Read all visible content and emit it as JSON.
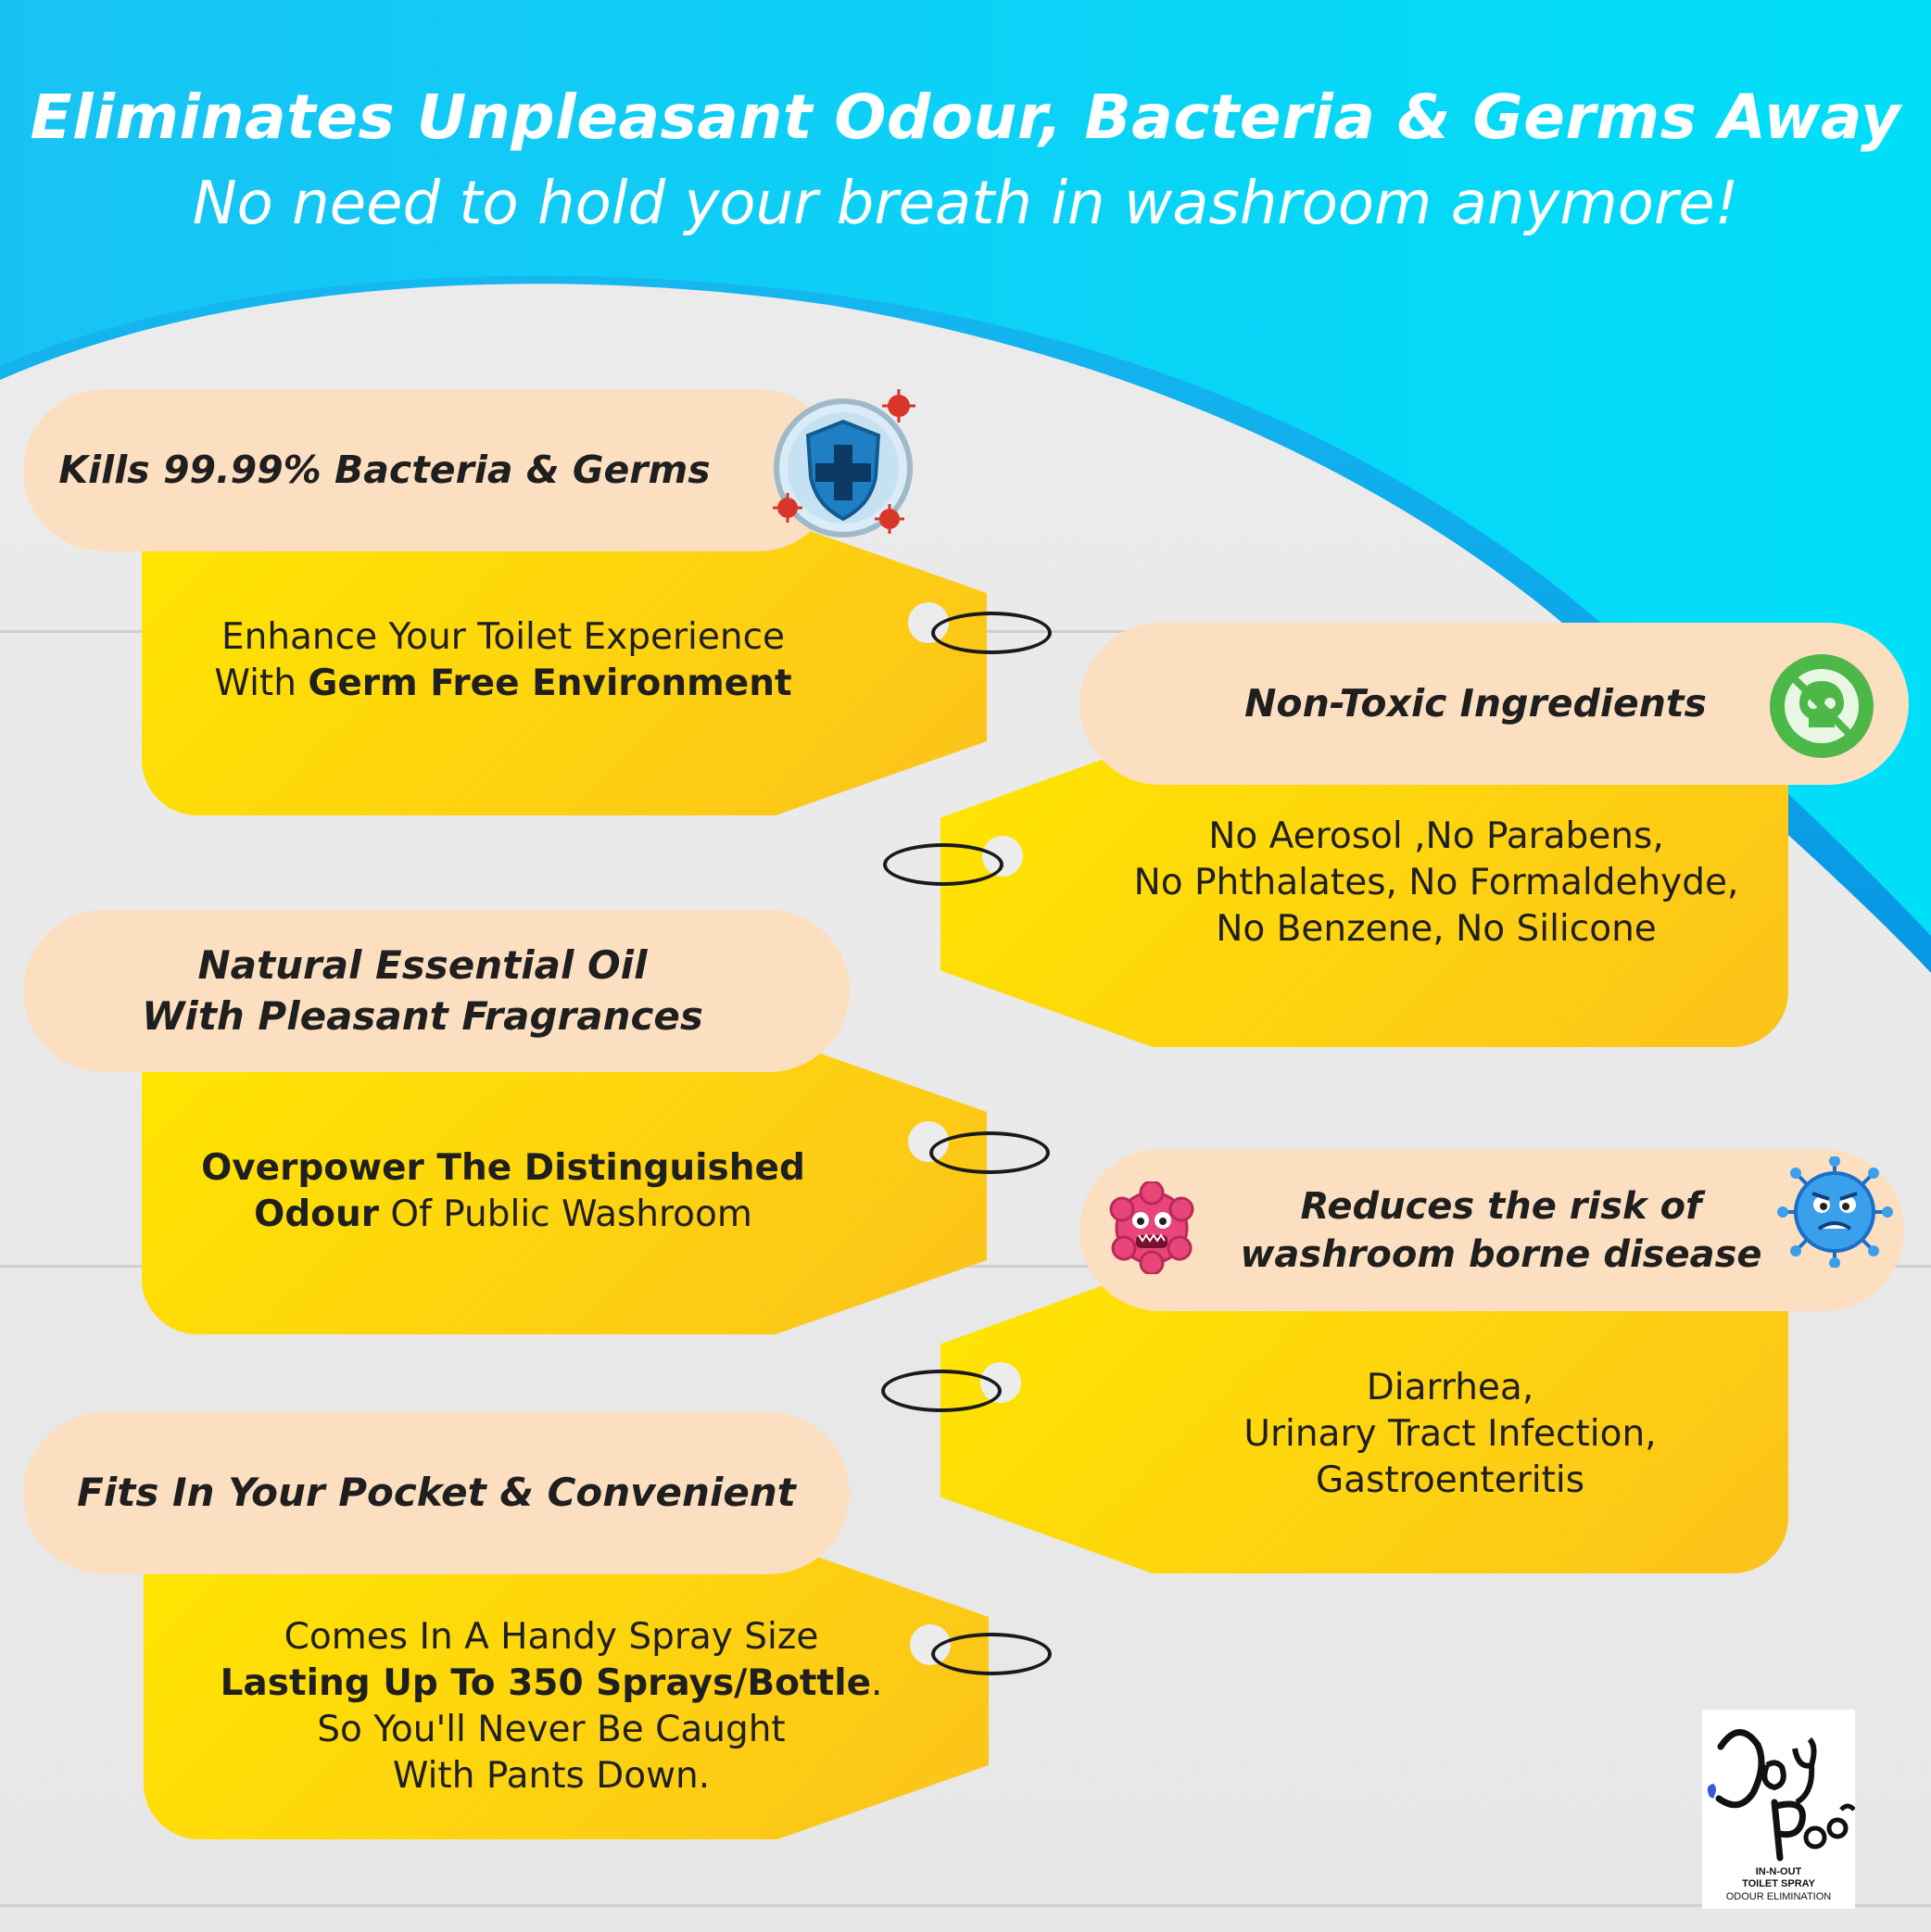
{
  "header": {
    "title": "Eliminates Unpleasant Odour, Bacteria & Germs Away",
    "subtitle": "No need to hold your breath in washroom anymore!"
  },
  "features": [
    {
      "heading": "Kills 99.99% Bacteria & Germs",
      "desc_line1": "Enhance Your Toilet Experience",
      "desc_line2_pre": "With ",
      "desc_line2_bold": "Germ Free Environment",
      "icon": "shield-with-bacteria-icon"
    },
    {
      "heading": "Non-Toxic Ingredients",
      "desc_line1": "No Aerosol ,No Parabens,",
      "desc_line2": "No Phthalates, No Formaldehyde,",
      "desc_line3": "No Benzene, No Silicone",
      "icon": "no-toxic-skull-icon"
    },
    {
      "heading_line1": "Natural Essential Oil",
      "heading_line2": "With Pleasant Fragrances",
      "desc_line1_bold": "Overpower The Distinguished",
      "desc_line2_bold": "Odour",
      "desc_line2_post": " Of Public Washroom"
    },
    {
      "heading_line1": "Reduces the risk of",
      "heading_line2": "washroom borne disease",
      "desc_line1": "Diarrhea,",
      "desc_line2": "Urinary Tract Infection,",
      "desc_line3": "Gastroenteritis",
      "icons": [
        "pink-germ-icon",
        "blue-virus-icon"
      ]
    },
    {
      "heading": "Fits In Your Pocket & Convenient",
      "desc_line1": "Comes In A Handy Spray Size",
      "desc_line2_bold": "Lasting Up To 350 Sprays/Bottle",
      "desc_line2_post": ".",
      "desc_line3": "So You'll Never Be Caught",
      "desc_line4": "With Pants Down."
    }
  ],
  "logo": {
    "line1": "IN-N-OUT",
    "line2": "TOILET SPRAY",
    "line3": "ODOUR ELIMINATION"
  },
  "colors": {
    "sky_top": "#00d4f5",
    "sky_wave": "#0a9ce6",
    "tag_yellow": "#fdd400",
    "pill_peach": "#fcdfc0",
    "text_dark": "#1f1f1f"
  }
}
